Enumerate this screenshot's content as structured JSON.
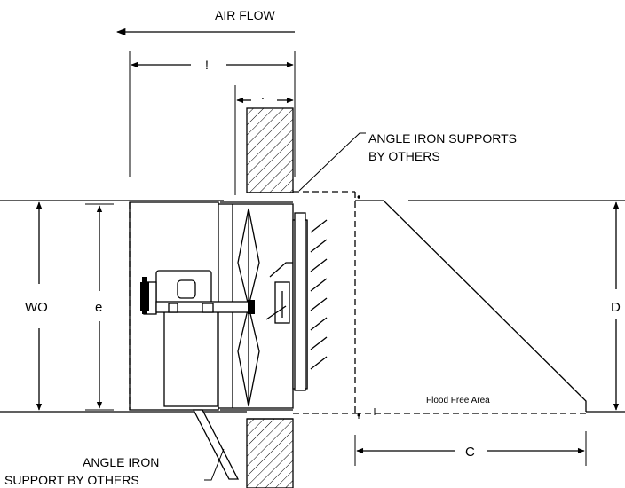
{
  "labels": {
    "air_flow": "AIR FLOW",
    "dim_top_outer": "!",
    "dim_top_inner": ".",
    "angle_iron_supports_line1": "ANGLE IRON SUPPORTS",
    "angle_iron_supports_line2": "BY OTHERS",
    "wo": "WO",
    "e": "e",
    "d": "D",
    "c": "C",
    "flood_free_area": "Flood Free Area",
    "angle_iron_support_line1": "ANGLE IRON",
    "angle_iron_support_line2": "SUPPORT BY OTHERS"
  },
  "icons": {
    "fan": "fan-blade-icon",
    "motor": "motor-icon",
    "hatch": "wall-hatch"
  }
}
